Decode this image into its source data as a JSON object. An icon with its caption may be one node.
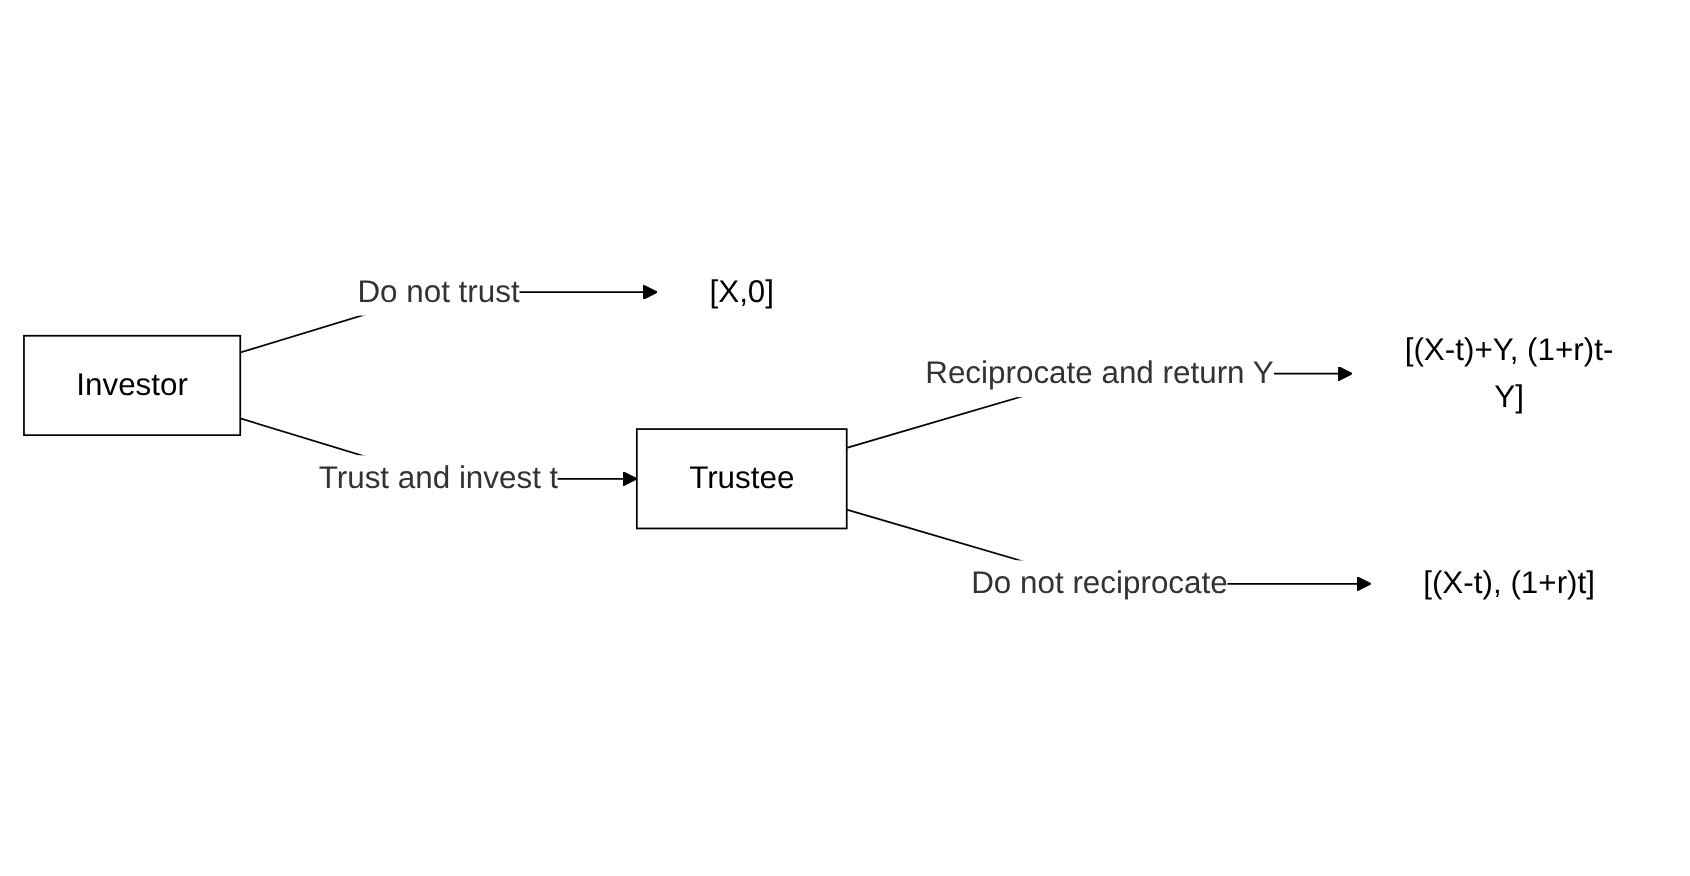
{
  "diagram": {
    "nodes": [
      {
        "text": [
          "Investor"
        ]
      },
      {
        "text": [
          "[X,0]"
        ]
      },
      {
        "text": [
          "Trustee"
        ]
      },
      {
        "text": [
          "[(X-t)+Y, (1+r)t-Y]"
        ]
      },
      {
        "text": [
          "[(X-t), (1+r)t]"
        ]
      }
    ],
    "edges": [
      {
        "from": 0,
        "to": 1,
        "label": "Do not trust",
        "arrow": "to"
      },
      {
        "from": 0,
        "to": 2,
        "label": "Trust and invest t",
        "arrow": "to"
      },
      {
        "from": 2,
        "to": 3,
        "label": "Reciprocate and return Y",
        "arrow": "to"
      },
      {
        "from": 2,
        "to": 4,
        "label": "Do not reciprocate",
        "arrow": "to"
      }
    ]
  }
}
